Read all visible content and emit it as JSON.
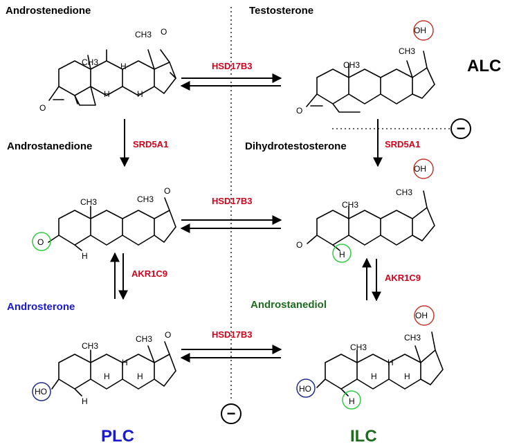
{
  "colors": {
    "black": "#000000",
    "enzyme": "#d0021b",
    "blue": "#1a1ad0",
    "green": "#1e6b1e",
    "circle_red": "#c0392b",
    "circle_green": "#2ecc40",
    "circle_blue": "#1f2b8f"
  },
  "compounds": {
    "androstenedione": "Androstenedione",
    "testosterone": "Testosterone",
    "androstanedione": "Androstanedione",
    "dihydrotestosterone": "Dihydrotestosterone",
    "androsterone": "Androsterone",
    "androstanediol": "Androstanediol"
  },
  "enzymes": {
    "hsd_top": "HSD17B3",
    "hsd_mid": "HSD17B3",
    "hsd_bot": "HSD17B3",
    "srd_left": "SRD5A1",
    "srd_right": "SRD5A1",
    "akr_left": "AKR1C9",
    "akr_right": "AKR1C9"
  },
  "groups": {
    "alc": "ALC",
    "plc": "PLC",
    "ilc": "ILC"
  },
  "atoms": {
    "ch3": "CH3",
    "o": "O",
    "oh": "OH",
    "ho": "HO",
    "h": "H"
  },
  "inhibit_symbol": "−"
}
